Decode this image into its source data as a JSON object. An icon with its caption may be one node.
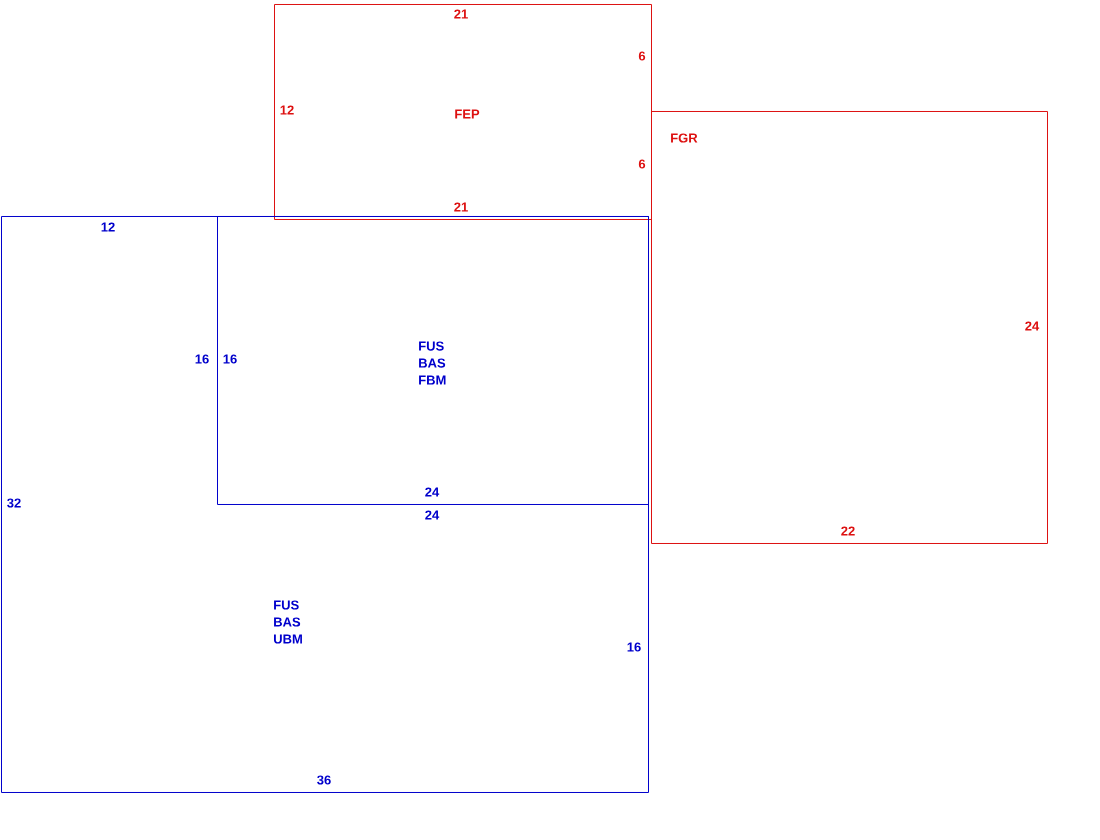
{
  "diagram": {
    "nodes": [
      {
        "text": [
          "FEP"
        ]
      },
      {
        "text": [
          "FGR"
        ]
      },
      {
        "text": [
          "FUS",
          "BAS",
          "UBM"
        ]
      },
      {
        "text": [
          "FUS",
          "BAS",
          "FBM"
        ],
        "in": 2
      }
    ],
    "labels": [
      "21",
      "6",
      "12",
      "6",
      "21",
      "12",
      "16",
      "16",
      "24",
      "32",
      "24",
      "24",
      "22",
      "16",
      "36"
    ]
  }
}
